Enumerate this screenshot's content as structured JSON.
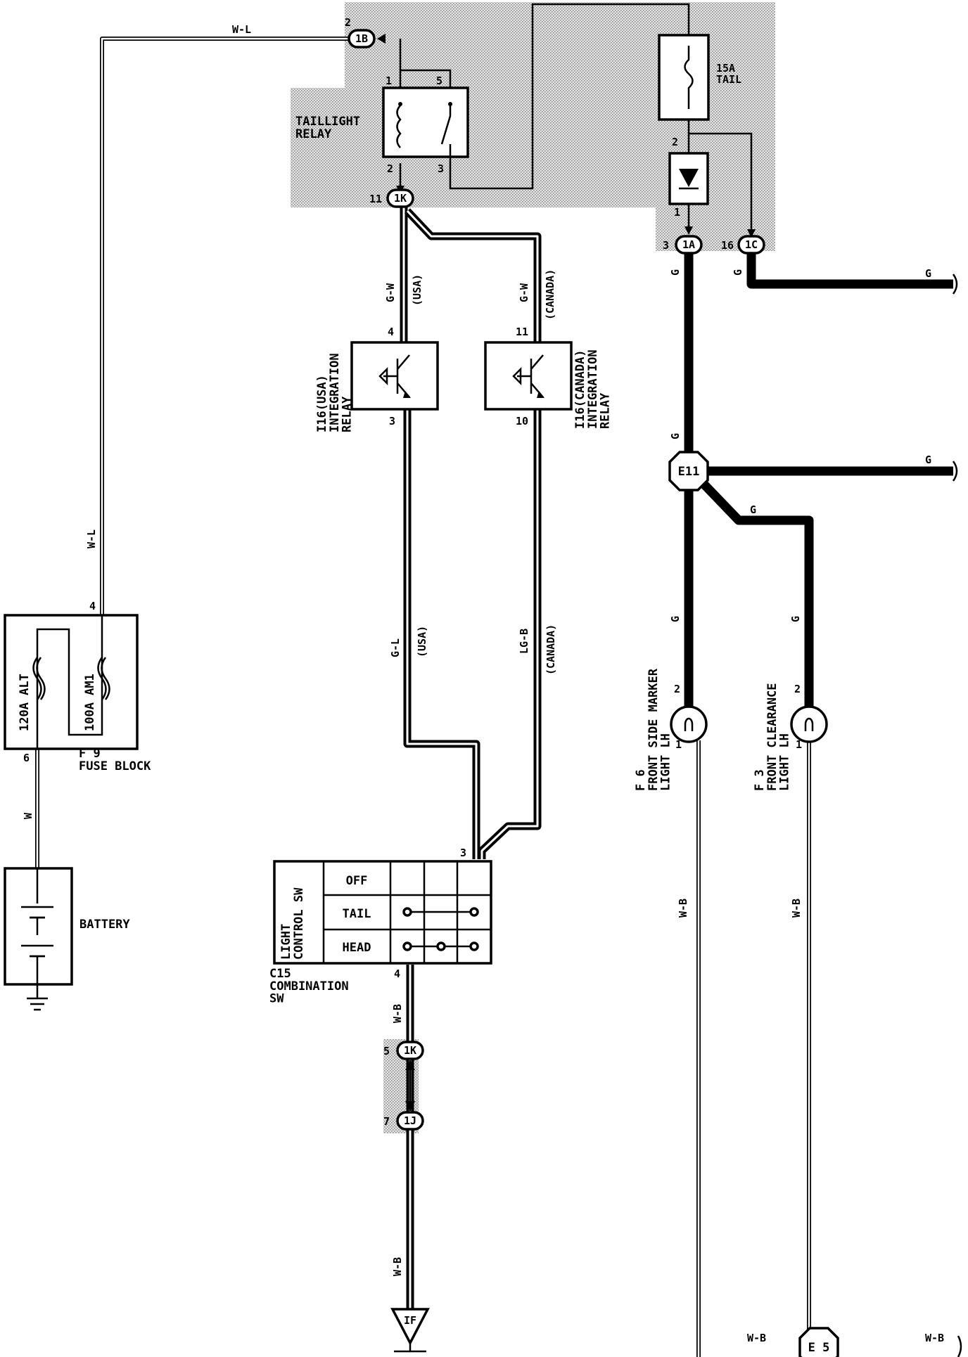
{
  "components": {
    "taillight_relay": "TAILLIGHT\nRELAY",
    "tail_fuse": "15A\nTAIL",
    "fuse_block": "F 9\nFUSE BLOCK",
    "fuse_alt": "120A ALT",
    "fuse_am1": "100A AM1",
    "battery": "BATTERY",
    "relay_usa": "I16(USA)\nINTEGRATION\nRELAY",
    "relay_canada": "I16(CANADA)\nINTEGRATION\nRELAY",
    "combination_sw": "C15\nCOMBINATION\nSW",
    "light_control_sw": "LIGHT\nCONTROL SW",
    "side_marker": "F 6\nFRONT SIDE MARKER\nLIGHT LH",
    "clearance_light": "F 3\nFRONT CLEARANCE\nLIGHT LH"
  },
  "switch_positions": [
    "OFF",
    "TAIL",
    "HEAD"
  ],
  "connectors": {
    "c1b": "1B",
    "c1k_top": "1K",
    "c1a": "1A",
    "c1c": "1C",
    "c1k_bot": "1K",
    "c1j": "1J",
    "ground_if": "IF",
    "e11": "E11",
    "e5": "E 5"
  },
  "wire_colors": {
    "w_l": "W-L",
    "g_w": "G-W",
    "g_l": "G-L",
    "lg_b": "LG-B",
    "w_b": "W-B",
    "w": "W",
    "g": "G"
  },
  "region_tags": {
    "usa": "(USA)",
    "canada": "(CANADA)"
  },
  "pins": {
    "p1": "1",
    "p2": "2",
    "p3": "3",
    "p4": "4",
    "p5": "5",
    "p6": "6",
    "p7": "7",
    "p10": "10",
    "p11": "11",
    "p16": "16"
  },
  "colors": {
    "shaded_area": "#d9d9d9",
    "ink": "#000000",
    "paper": "#ffffff"
  }
}
